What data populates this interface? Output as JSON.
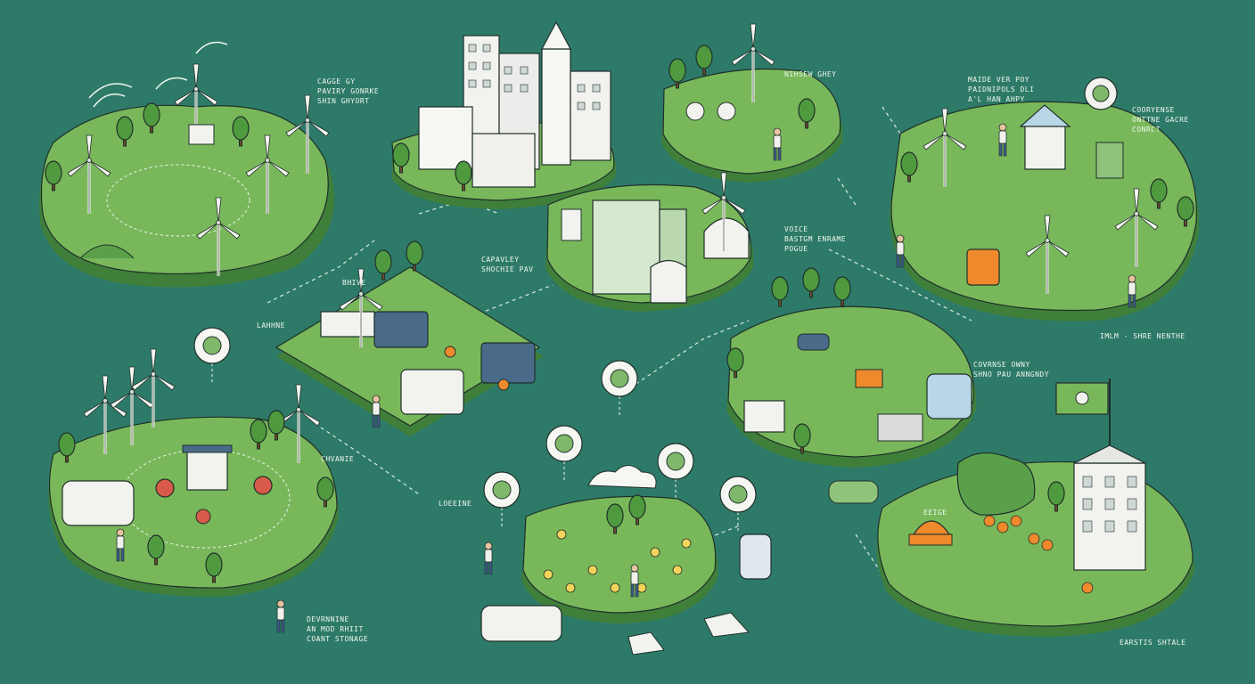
{
  "colors": {
    "background": "#2e7a68",
    "island_top": "#79b85a",
    "island_side": "#3f7f3a",
    "tree": "#4f9a3e",
    "outline": "#1f2f2a",
    "accent_orange": "#ee8a2c",
    "accent_red": "#d85a4a",
    "building": "#f2f2ee",
    "vehicle_blue": "#4a6a8a"
  },
  "labels": [
    {
      "lines": [
        "CAGGE GY",
        "PAVIRY GONRKE",
        "SHIN GHYORT"
      ]
    },
    {
      "lines": [
        "NIHSEW GHEY"
      ]
    },
    {
      "lines": [
        "MAIDE VER POY",
        "PAIDNIPOLS DLI",
        "A'L HAN AHPY"
      ]
    },
    {
      "lines": [
        "COORYENSE",
        "ONTTNE GACRE",
        "CONRCT"
      ]
    },
    {
      "lines": [
        "CAPAVLEY",
        "SHOCHIE PAV"
      ]
    },
    {
      "lines": [
        "VOICE",
        "BASTGM ENRAME",
        "POGUE"
      ]
    },
    {
      "lines": [
        "LAHHNE"
      ]
    },
    {
      "lines": [
        "BHIVE"
      ]
    },
    {
      "lines": [
        "COVRNSE OWNY",
        "SHNO PAU ANNGNDY"
      ]
    },
    {
      "lines": [
        "IMLM - SHRE NENTHE"
      ]
    },
    {
      "lines": [
        "CHVANIE"
      ]
    },
    {
      "lines": [
        "LOEEINE"
      ]
    },
    {
      "lines": [
        "DEVRNNINE",
        "AN MOD RHIIT",
        "COANT STONAGE"
      ]
    },
    {
      "lines": [
        "EEIGE"
      ]
    },
    {
      "lines": [
        "EARSTIS SHTALE"
      ]
    }
  ]
}
